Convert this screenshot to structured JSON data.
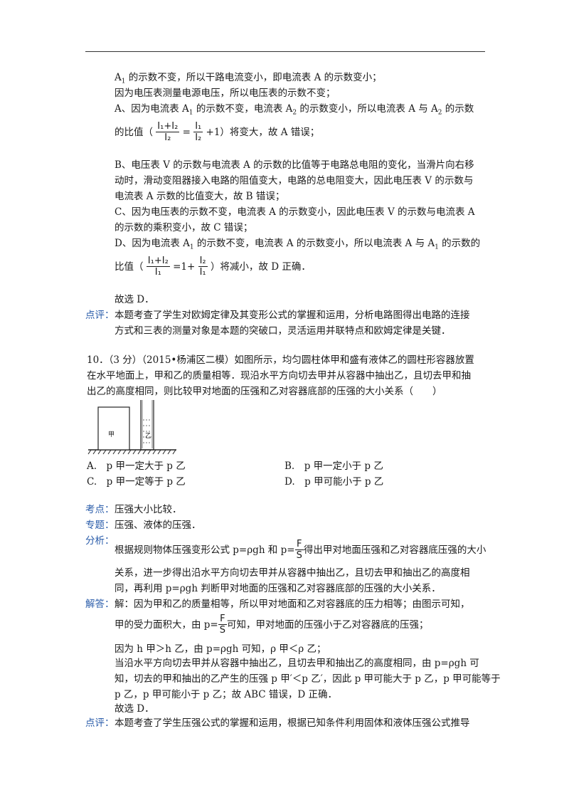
{
  "s1": {
    "l1": "A",
    "l1b": "1",
    "l1c": " 的示数不变，所以干路电流变小，即电流表 A 的示数变小；",
    "l2": "因为电压表测量电源电压，所以电压表的示数不变；",
    "l3a": "A、因为电流表 A",
    "l3b": "1",
    "l3c": " 的示数不变，电流表 A",
    "l3d": "2",
    "l3e": " 的示数变小，所以电流表 A 与 A",
    "l3f": "2",
    "l3g": " 的示数",
    "l4a": "的比值（",
    "l4_num1": "I₁+I₂",
    "l4_den1": "I₂",
    "l4_eq": "=",
    "l4_num2": "I₁",
    "l4_den2": "I₂",
    "l4_tail": "+1）将变大，故 A 错误；",
    "l5": "B、电压表 V 的示数与电流表 A 的示数的比值等于电路总电阻的变化，当滑片向右移",
    "l6": "动时，滑动变阻器接入电路的阻值变大，电路的总电阻变大，因此电压表 V 的示数与",
    "l7": "电流表 A 示数的比值变大，故 B 错误；",
    "l8": "C、因为电压表的示数不变，电流表 A 的示数变小，因此电压表 V 的示数与电流表 A",
    "l9": "的示数的乘积变小，故 C 错误；",
    "l10a": "D、因为电流表 A",
    "l10b": "1",
    "l10c": " 的示数不变，电流表 A 的示数变小，所以电流表 A 与 A",
    "l10d": "1",
    "l10e": " 的示数的",
    "l11a": "比值（",
    "l11_num1": "I₁+I₂",
    "l11_den1": "I₁",
    "l11_eq": "=1+",
    "l11_num2": "I₂",
    "l11_den2": "I₁",
    "l11_tail": "）将减小，故 D 正确．",
    "l12": "故选 D．",
    "dp_label": "点评：",
    "dp1": "本题考查了学生对欧姆定律及其变形公式的掌握和运用，分析电路图得出电路的连接",
    "dp2": "方式和三表的测量对象是本题的突破口，灵活运用并联特点和欧姆定律是关键．"
  },
  "q10": {
    "l1": "10．（3 分）（2015•杨浦区二模）如图所示，均匀圆柱体甲和盛有液体乙的圆柱形容器放置",
    "l2": "在水平地面上，甲和乙的质量相等．现沿水平方向切去甲并从容器中抽出乙，且切去甲和抽",
    "l3": "出乙的高度相同，则比较甲对地面的压强和乙对容器底部的压强的大小关系（　　）",
    "fig_jia": "甲",
    "fig_yi": "乙",
    "optA": "A.　p 甲一定大于 p 乙",
    "optB": "B.　p 甲一定小于 p 乙",
    "optC": "C.　p 甲一定等于 p 乙",
    "optD": "D.　p 甲可能小于 p 乙",
    "kd_label": "考点：",
    "kd": "压强大小比较．",
    "zt_label": "专题：",
    "zt": "压强、液体的压强．",
    "fx_label": "分析：",
    "fx1a": "根据规则物体压强变形公式 p=ρgh 和 p=",
    "fx1_num": "F",
    "fx1_den": "S",
    "fx1b": "得出甲对地面压强和乙对容器底压强的大小",
    "fx2": "关系，进一步得出沿水平方向切去甲并从容器中抽出乙，且切去甲和抽出乙的高度相",
    "fx3": "同，再利用 p=ρgh 判断甲对地面的压强和乙对容器底部的压强的大小关系．",
    "jd_label": "解答：",
    "jd1": "解：因为甲和乙的质量相等，所以甲对地面和乙对容器底的压力相等；由图示可知，",
    "jd2a": "甲的受力面积大，由 p=",
    "jd2_num": "F",
    "jd2_den": "S",
    "jd2b": "可知，甲对地面的压强小于乙对容器底的压强；",
    "jd3": "因为 h 甲＞h 乙，由 p=ρgh 可知，ρ 甲＜ρ 乙；",
    "jd4": "当沿水平方向切去甲并从容器中抽出乙，且切去甲和抽出乙的高度相同，由 p=ρgh 可",
    "jd5": "知，切去的甲和抽出的乙产生的压强 p 甲′＜p 乙′，因此 p 甲可能大于 p 乙，p 甲可能等于",
    "jd6": "p 乙，p 甲可能小于 p 乙；故 ABC 错误，D 正确．",
    "jd7": "故选 D．",
    "dp_label": "点评：",
    "dp1": "本题考查了学生压强公式的掌握和运用，根据已知条件利用固体和液体压强公式推导"
  }
}
